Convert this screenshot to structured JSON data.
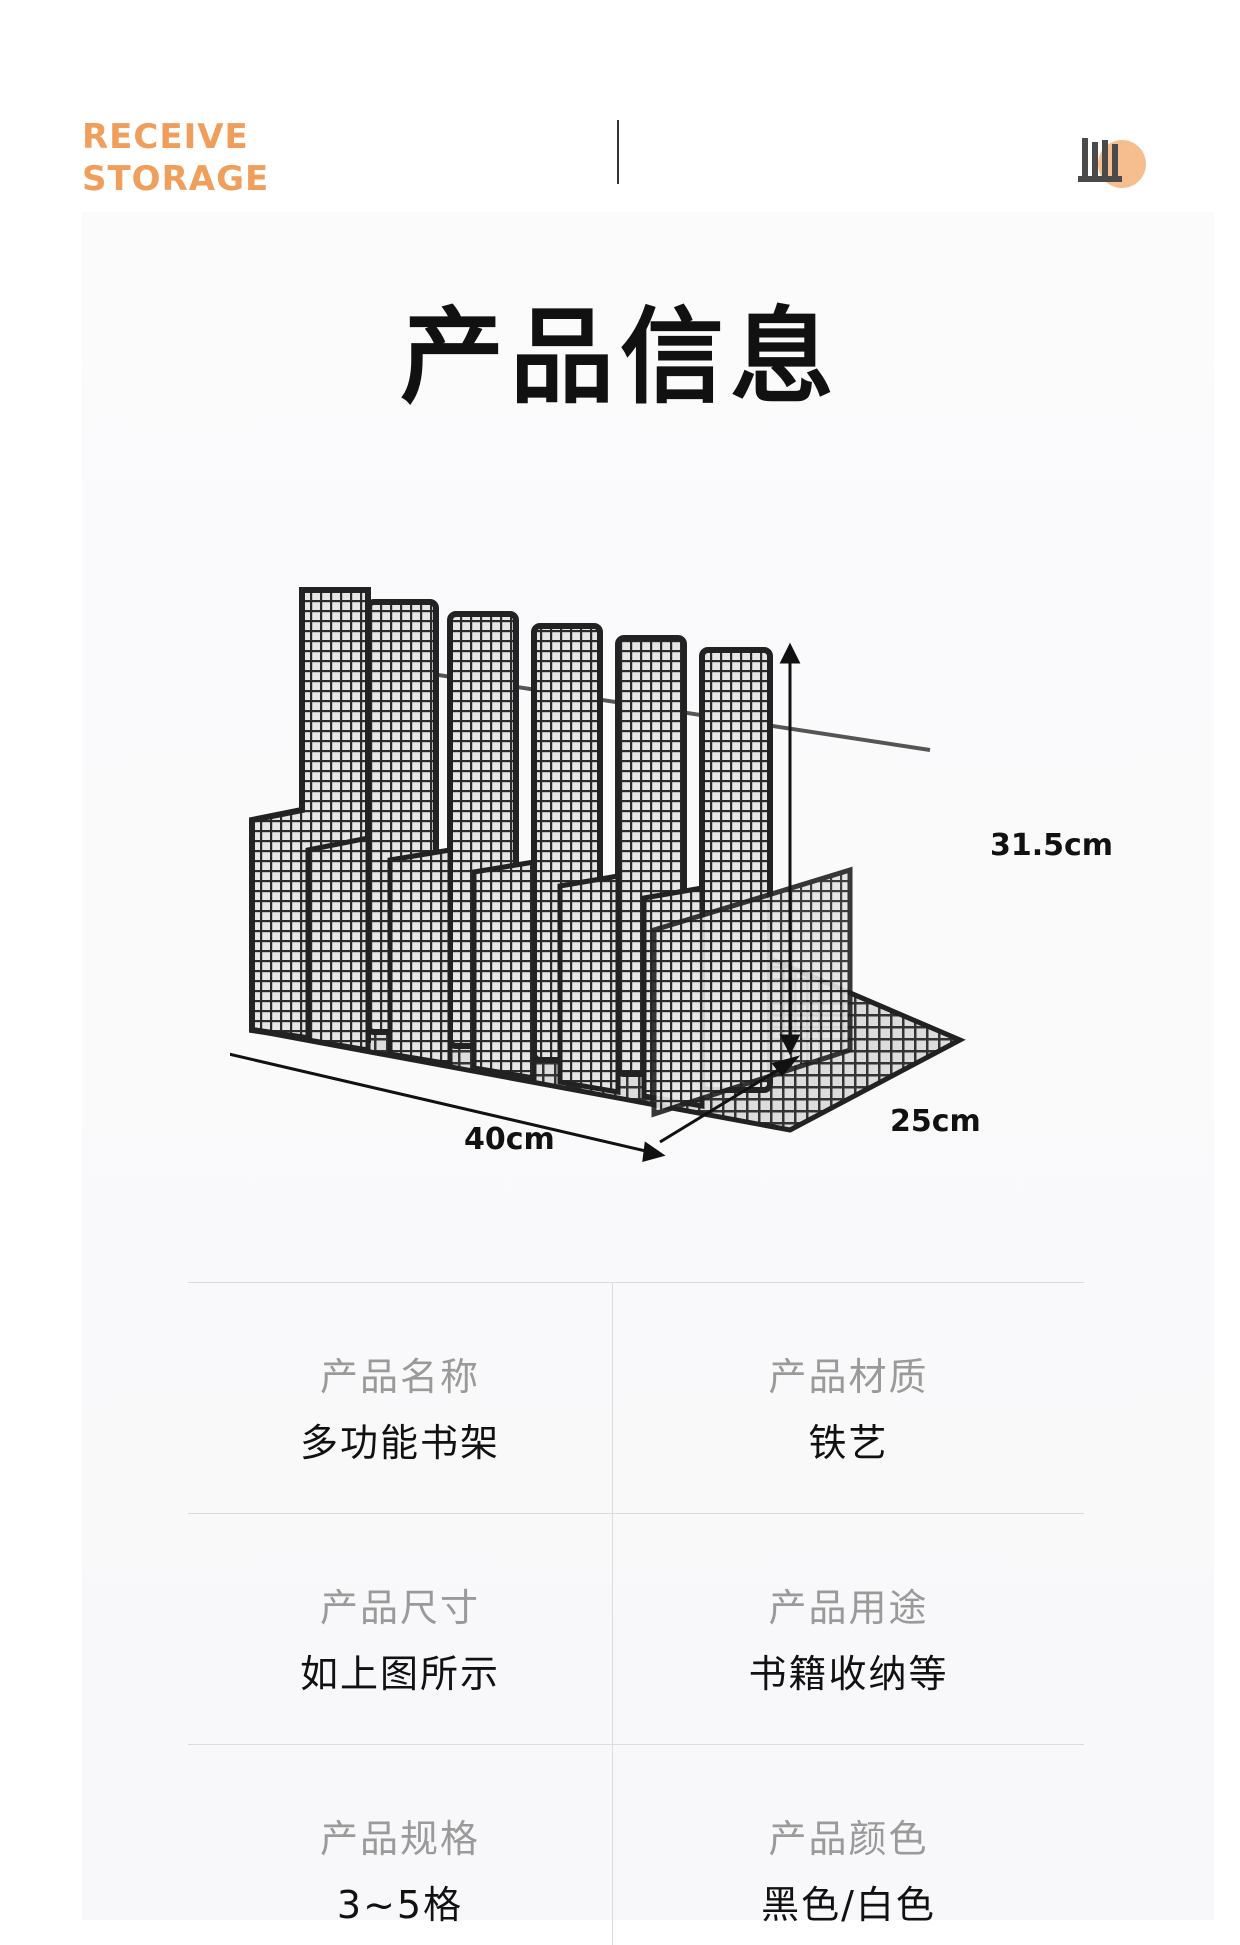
{
  "header": {
    "brand_line1": "RECEIVE",
    "brand_line2": "STORAGE",
    "brand_color": "#ef9e5c",
    "logo_icon": "bookshelf-logo-icon"
  },
  "title": "产品信息",
  "dimensions": {
    "height": "31.5cm",
    "length": "40cm",
    "depth": "25cm"
  },
  "specs": [
    {
      "left_key": "产品名称",
      "left_value": "多功能书架",
      "right_key": "产品材质",
      "right_value": "铁艺"
    },
    {
      "left_key": "产品尺寸",
      "left_value": "如上图所示",
      "right_key": "产品用途",
      "right_value": "书籍收纳等"
    },
    {
      "left_key": "产品规格",
      "left_value": "3~5格",
      "right_key": "产品颜色",
      "right_value": "黑色/白色"
    }
  ]
}
